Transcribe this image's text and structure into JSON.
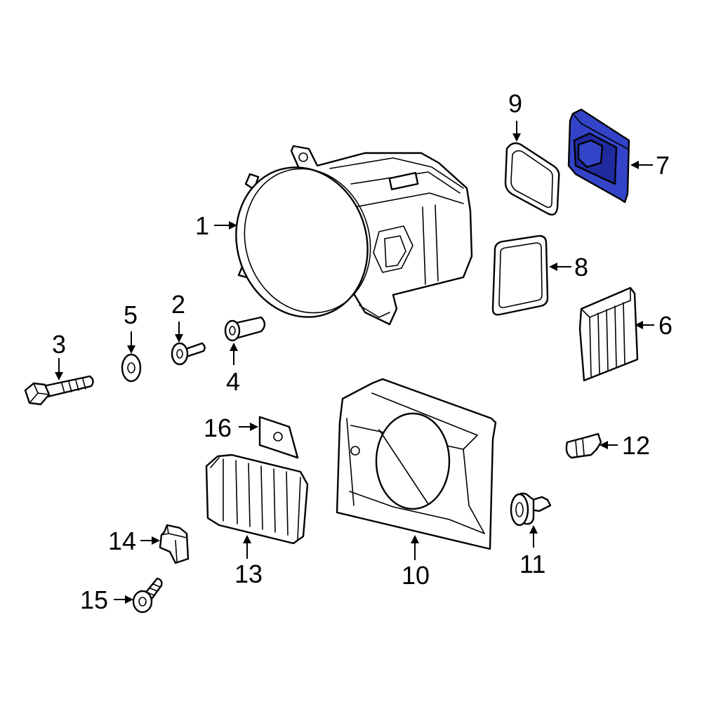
{
  "colors": {
    "line": "#000000",
    "background": "#ffffff",
    "highlight": "#3344c8",
    "highlight_shade": "#1f2a9e"
  },
  "highlighted_part": "7",
  "callouts": [
    {
      "id": "c1",
      "label": "1"
    },
    {
      "id": "c2",
      "label": "2"
    },
    {
      "id": "c3",
      "label": "3"
    },
    {
      "id": "c4",
      "label": "4"
    },
    {
      "id": "c5",
      "label": "5"
    },
    {
      "id": "c6",
      "label": "6"
    },
    {
      "id": "c7",
      "label": "7"
    },
    {
      "id": "c8",
      "label": "8"
    },
    {
      "id": "c9",
      "label": "9"
    },
    {
      "id": "c10",
      "label": "10"
    },
    {
      "id": "c11",
      "label": "11"
    },
    {
      "id": "c12",
      "label": "12"
    },
    {
      "id": "c13",
      "label": "13"
    },
    {
      "id": "c14",
      "label": "14"
    },
    {
      "id": "c15",
      "label": "15"
    },
    {
      "id": "c16",
      "label": "16"
    }
  ]
}
